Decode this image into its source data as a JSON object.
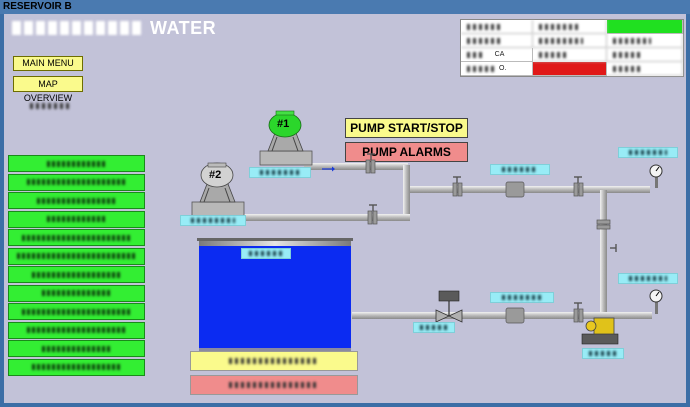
{
  "window": {
    "title": "RESERVOIR B"
  },
  "header": {
    "title_visible": "WATER"
  },
  "nav": {
    "main_menu": "MAIN MENU",
    "map_overview": "MAP OVERVIEW"
  },
  "controls": {
    "pump_start_stop": "PUMP START/STOP",
    "pump_alarms": "PUMP ALARMS"
  },
  "pumps": [
    {
      "label": "#1",
      "state_color": "#2bd62b"
    },
    {
      "label": "#2",
      "state_color": "#b8b8b8"
    }
  ],
  "status_table": {
    "partial_texts": [
      "CA",
      "O."
    ],
    "highlight_colors": {
      "running": "#20e020",
      "alarm": "#e01818"
    }
  },
  "colors": {
    "background": "#c2c2d8",
    "tank_water": "#0b2bf2",
    "ok_green": "#33ee33",
    "button_yellow": "#fafa8c",
    "button_red": "#f08c8c",
    "tag_cyan": "#98ecf6"
  }
}
